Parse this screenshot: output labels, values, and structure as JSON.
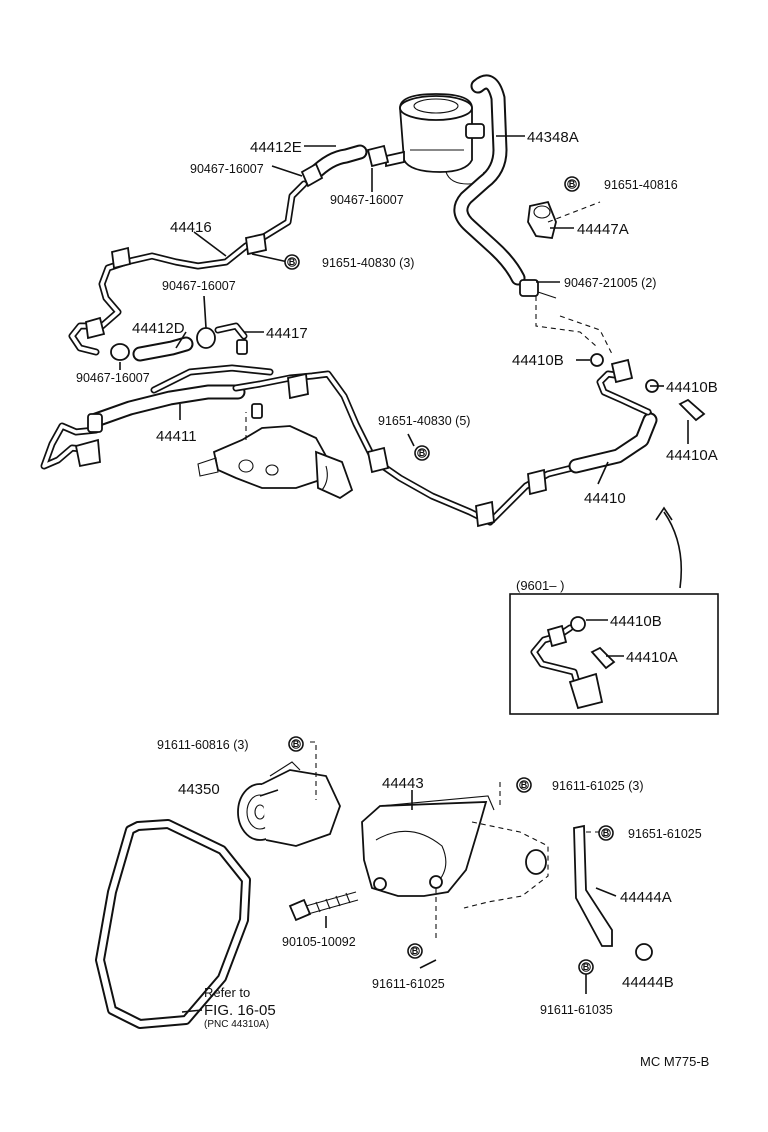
{
  "labels": {
    "p44348A": "44348A",
    "p44412E": "44412E",
    "p90467_16007_a": "90467-16007",
    "p90467_16007_b": "90467-16007",
    "p91651_40816": "91651-40816",
    "p44447A": "44447A",
    "p44416": "44416",
    "p91651_40830_3": "91651-40830 (3)",
    "p90467_16007_c": "90467-16007",
    "p90467_21005": "90467-21005 (2)",
    "p44412D": "44412D",
    "p44417": "44417",
    "p90467_16007_d": "90467-16007",
    "p44410B_a": "44410B",
    "p44410B_b": "44410B",
    "p44410A_a": "44410A",
    "p44411": "44411",
    "p91651_40830_5": "91651-40830 (5)",
    "p44410": "44410",
    "inset_title": "(9601–        )",
    "p44410B_c": "44410B",
    "p44410A_b": "44410A",
    "p91611_60816": "91611-60816 (3)",
    "p44350": "44350",
    "p44443": "44443",
    "p91611_61025_3": "91611-61025 (3)",
    "p91651_61025": "91651-61025",
    "p44444A": "44444A",
    "p90105_10092": "90105-10092",
    "p91611_61025": "91611-61025",
    "p44444B": "44444B",
    "p91611_61035": "91611-61035",
    "refer_to": "Refer to",
    "fig_ref": "FIG. 16-05",
    "pnc_ref": "(PNC 44310A)",
    "drawing_code": "MC  M775-B"
  },
  "bolt_marker": "B"
}
